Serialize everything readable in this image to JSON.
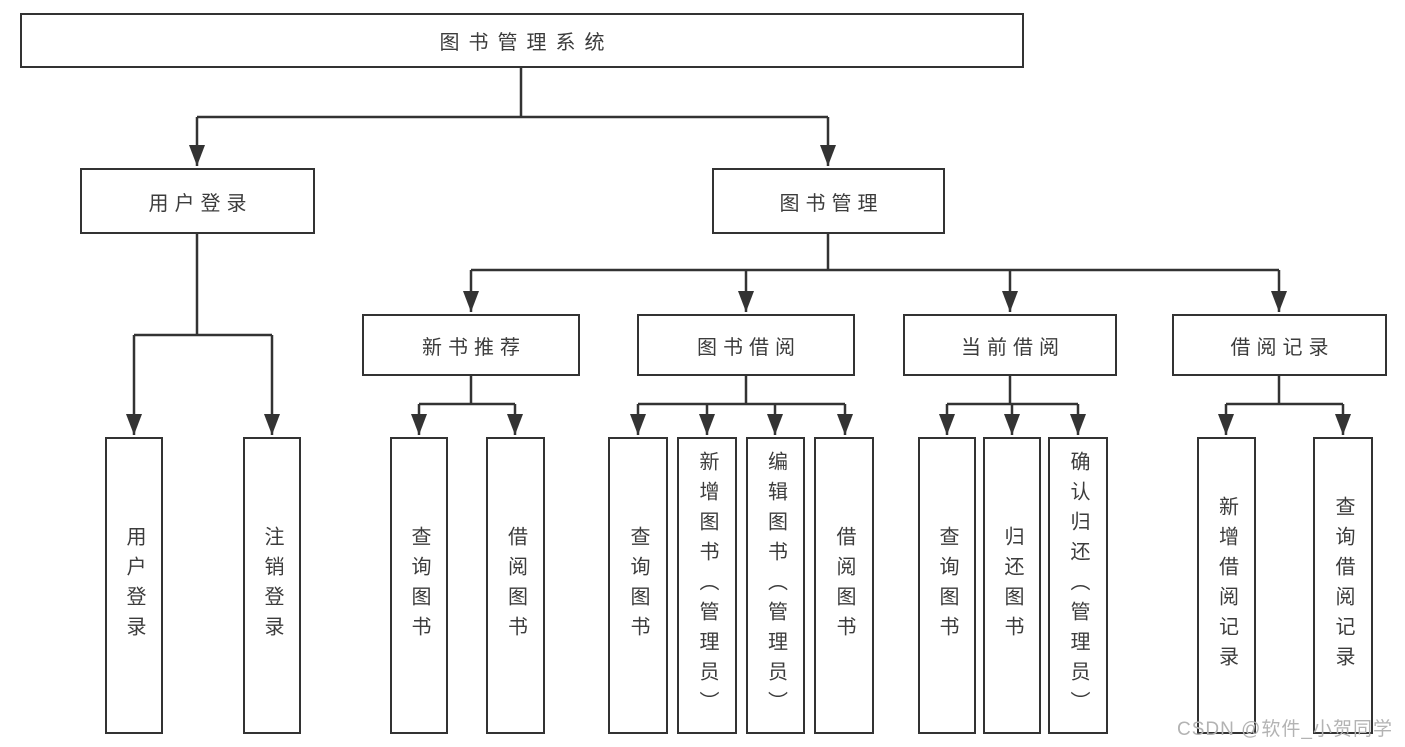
{
  "tree": {
    "root": {
      "label": "图书管理系统"
    },
    "children": [
      {
        "label": "用户登录",
        "children": [
          {
            "label": "用户登录"
          },
          {
            "label": "注销登录"
          }
        ]
      },
      {
        "label": "图书管理",
        "children": [
          {
            "label": "新书推荐",
            "children": [
              {
                "label": "查询图书"
              },
              {
                "label": "借阅图书"
              }
            ]
          },
          {
            "label": "图书借阅",
            "children": [
              {
                "label": "查询图书"
              },
              {
                "label": "新增图书（管理员）"
              },
              {
                "label": "编辑图书（管理员）"
              },
              {
                "label": "借阅图书"
              }
            ]
          },
          {
            "label": "当前借阅",
            "children": [
              {
                "label": "查询图书"
              },
              {
                "label": "归还图书"
              },
              {
                "label": "确认归还（管理员）"
              }
            ]
          },
          {
            "label": "借阅记录",
            "children": [
              {
                "label": "新增借阅记录"
              },
              {
                "label": "查询借阅记录"
              }
            ]
          }
        ]
      }
    ]
  },
  "watermark": "CSDN @软件_小贺同学",
  "colors": {
    "line": "#333333",
    "text": "#3c3c3c",
    "background": "#ffffff",
    "watermark": "#b3b3b3"
  }
}
